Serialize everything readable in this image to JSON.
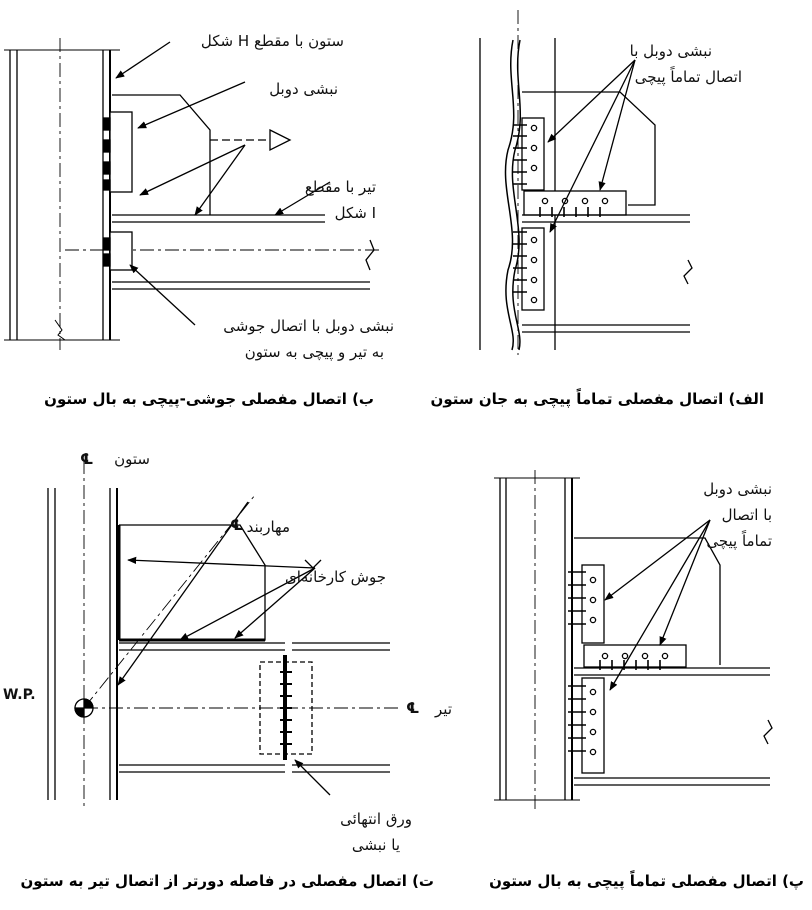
{
  "panel_b": {
    "label_column": "ستون با مقطع H شکل",
    "label_angle": "نبشی دوبل",
    "label_beam_line1": "تیر با مقطع",
    "label_beam_line2": "I شکل",
    "label_welded_line1": "نبشی دوبل با اتصال جوشی",
    "label_welded_line2": "به تیر و پیچی به ستون",
    "caption": "ب) اتصال مفصلی جوشی-پیچی به بال ستون"
  },
  "panel_alef": {
    "label_angle_line1": "نبشی دوبل با",
    "label_angle_line2": "اتصال تماماً پیچی",
    "caption": "الف) اتصال مفصلی تماماً پیچی به جان ستون"
  },
  "panel_t": {
    "label_column": "ستون",
    "label_cl_col": "℄",
    "label_brace": "مهاربند",
    "label_cl_brace": "℄",
    "label_shop_weld": "جوش کارخانه‌ای",
    "label_wp": "W.P.",
    "label_beam": "تیر",
    "label_cl_beam": "℄",
    "label_endplate_line1": "ورق انتهائی",
    "label_endplate_line2": "یا نبشی",
    "caption": "ت) اتصال مفصلی در فاصله دورتر از اتصال تیر به ستون"
  },
  "panel_p": {
    "label_angle_line1": "نبشی دوبل",
    "label_angle_line2": "با اتصال",
    "label_angle_line3": "تماماً پیچی",
    "caption": "پ) اتصال مفصلی تماماً پیچی به بال ستون"
  }
}
